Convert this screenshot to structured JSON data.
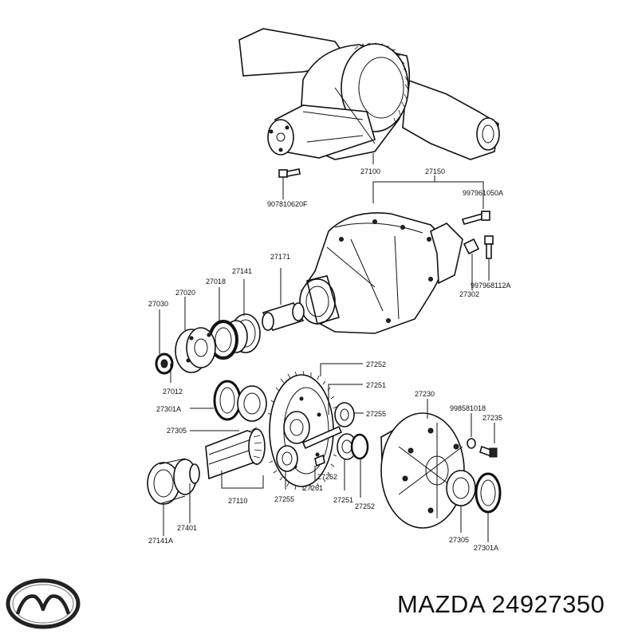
{
  "brand": {
    "name": "MAZDA",
    "part_number": "24927350"
  },
  "callouts": {
    "c27100": "27100",
    "c27150": "27150",
    "c9078": "907810620F",
    "c9979a": "997961050A",
    "c9979b": "997968112A",
    "c27302": "27302",
    "c27171": "27171",
    "c27141": "27141",
    "c27018": "27018",
    "c27020": "27020",
    "c27030": "27030",
    "c27012": "27012",
    "c27252a": "27252",
    "c27251a": "27251",
    "c27255a": "27255",
    "c27230": "27230",
    "c9985": "998581018",
    "c27235": "27235",
    "c27301a": "27301A",
    "c27305a": "27305",
    "c27110": "27110",
    "c27255b": "27255",
    "c27261": "27261",
    "c27262": "27262",
    "c27251b": "27251",
    "c27252b": "27252",
    "c27305b": "27305",
    "c27301b": "27301A",
    "c27401": "27401",
    "c27141a": "27141A"
  }
}
